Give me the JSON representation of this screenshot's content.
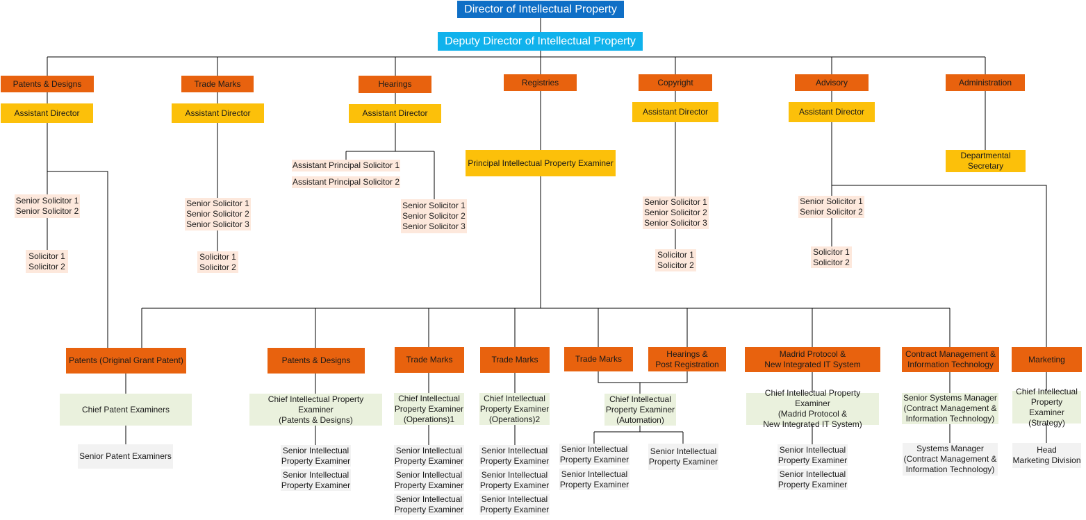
{
  "colors": {
    "director": "#0f6fc6",
    "deputy": "#10b2ec",
    "division": "#e8620e",
    "assistant": "#fcc00a",
    "solicitor": "#fde8dc",
    "chief": "#eaf1dd",
    "examiner": "#f2f2f2",
    "line": "#000000"
  },
  "nodes": {
    "director": "Director of Intellectual Property",
    "deputy": "Deputy Director of Intellectual Property",
    "div_patents_designs": "Patents & Designs",
    "div_trade_marks": "Trade Marks",
    "div_hearings": "Hearings",
    "div_registries": "Registries",
    "div_copyright": "Copyright",
    "div_advisory": "Advisory",
    "div_administration": "Administration",
    "ad_patents": "Assistant Director",
    "ad_trade_marks": "Assistant Director",
    "ad_hearings": "Assistant Director",
    "ad_copyright": "Assistant Director",
    "ad_advisory": "Assistant Director",
    "departmental_secretary": "Departmental\nSecretary",
    "principal_examiner": "Principal Intellectual Property Examiner",
    "pd_senior_solicitors": "Senior Solicitor 1\nSenior Solicitor 2",
    "pd_solicitors": "Solicitor 1\nSolicitor 2",
    "tm_senior_solicitors": "Senior Solicitor 1\nSenior Solicitor 2\nSenior Solicitor 3",
    "tm_solicitors": "Solicitor 1\nSolicitor 2",
    "hr_assistant_principal_1": "Assistant Principal Solicitor 1",
    "hr_assistant_principal_2": "Assistant Principal Solicitor 2",
    "hr_senior_solicitors": "Senior Solicitor 1\nSenior Solicitor 2\nSenior Solicitor 3",
    "cp_senior_solicitors": "Senior Solicitor 1\nSenior Solicitor 2\nSenior Solicitor 3",
    "cp_solicitors": "Solicitor 1\nSolicitor 2",
    "adv_senior_solicitors": "Senior Solicitor 1\nSenior Solicitor 2",
    "adv_solicitors": "Solicitor 1\nSolicitor 2",
    "unit_patents_ogp": "Patents (Original Grant Patent)",
    "unit_patents_designs": "Patents & Designs",
    "unit_trade_marks_1": "Trade Marks",
    "unit_trade_marks_2": "Trade Marks",
    "unit_trade_marks_3": "Trade Marks",
    "unit_hearings_post": "Hearings &\nPost Registration",
    "unit_madrid": "Madrid Protocol &\nNew Integrated IT System",
    "unit_contract": "Contract Management &\nInformation Technology",
    "unit_marketing": "Marketing",
    "chief_patent_examiners": "Chief Patent Examiners",
    "senior_patent_examiners": "Senior Patent Examiners",
    "chief_pd": "Chief Intellectual Property Examiner\n(Patents & Designs)",
    "chief_ops1": "Chief Intellectual\nProperty Examiner\n(Operations)1",
    "chief_ops2": "Chief Intellectual\nProperty Examiner\n(Operations)2",
    "chief_automation": "Chief Intellectual\nProperty Examiner\n(Automation)",
    "chief_madrid": "Chief Intellectual Property Examiner\n(Madrid Protocol &\nNew Integrated IT System)",
    "senior_systems_manager": "Senior Systems Manager\n(Contract Management &\nInformation Technology)",
    "systems_manager": "Systems Manager\n(Contract Management &\nInformation Technology)",
    "chief_strategy": "Chief Intellectual\nProperty Examiner\n(Strategy)",
    "head_marketing": "Head\nMarketing Division",
    "senior_ipe": "Senior Intellectual\nProperty Examiner"
  }
}
